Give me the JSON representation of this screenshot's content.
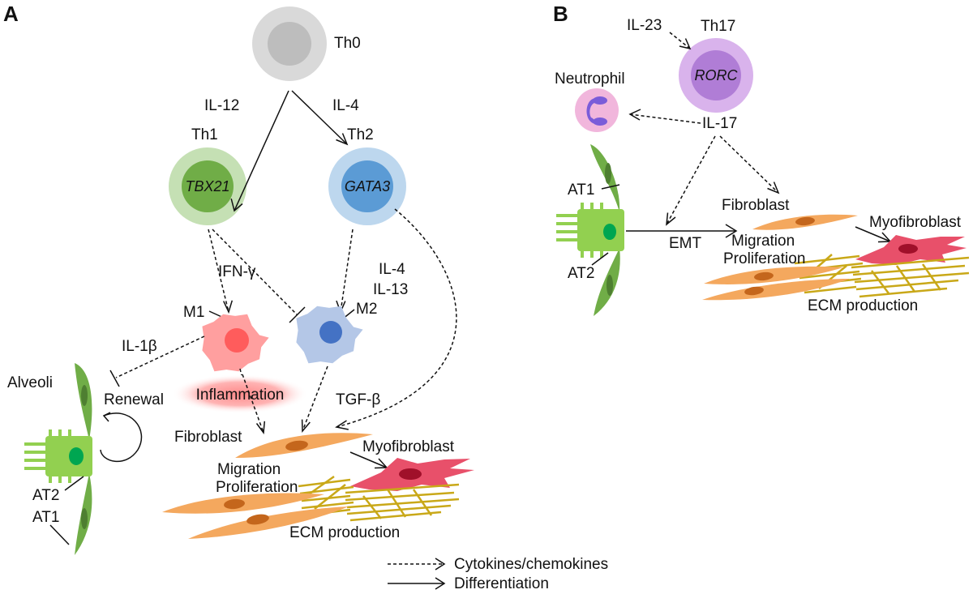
{
  "panels": {
    "a": "A",
    "b": "B"
  },
  "cells": {
    "th0": "Th0",
    "th1": "Th1",
    "th2": "Th2",
    "th17": "Th17",
    "m1": "M1",
    "m2": "M2",
    "neutrophil": "Neutrophil",
    "fibroblast": "Fibroblast",
    "myofibroblast": "Myofibroblast",
    "alveoli": "Alveoli",
    "at1": "AT1",
    "at2": "AT2"
  },
  "genes": {
    "tbx21": "TBX21",
    "gata3": "GATA3",
    "rorc": "RORC"
  },
  "cytokines": {
    "il12": "IL-12",
    "il4": "IL-4",
    "ifng": "IFN-γ",
    "il4_m2": "IL-4",
    "il13": "IL-13",
    "il1b": "IL-1β",
    "tgfb": "TGF-β",
    "il23": "IL-23",
    "il17": "IL-17"
  },
  "processes": {
    "renewal": "Renewal",
    "inflammation": "Inflammation",
    "migration": "Migration",
    "proliferation": "Proliferation",
    "ecm": "ECM production",
    "emt": "EMT"
  },
  "legend": {
    "dashed": "Cytokines/chemokines",
    "solid": "Differentiation"
  },
  "colors": {
    "th0_outer": "#d9d9d9",
    "th0_inner": "#bdbdbd",
    "th1_outer": "#c5e0b4",
    "th1_inner": "#70ad47",
    "th2_outer": "#bdd7ee",
    "th2_inner": "#5b9bd5",
    "th17_outer": "#d9b3ec",
    "th17_inner": "#b07dd6",
    "m1_outer": "#ff9f9f",
    "m1_inner": "#ff5c5c",
    "m2_outer": "#b4c7e7",
    "m2_inner": "#4472c4",
    "epithelium": "#70ad47",
    "at2": "#92d050",
    "nucleus": "#00a651",
    "fibroblast": "#f4a85e",
    "myofibroblast": "#e8506a",
    "ecm": "#c9a818",
    "neutrophil_outer": "#f1b6dc",
    "neutrophil_nucleus": "#7a5cd9"
  }
}
